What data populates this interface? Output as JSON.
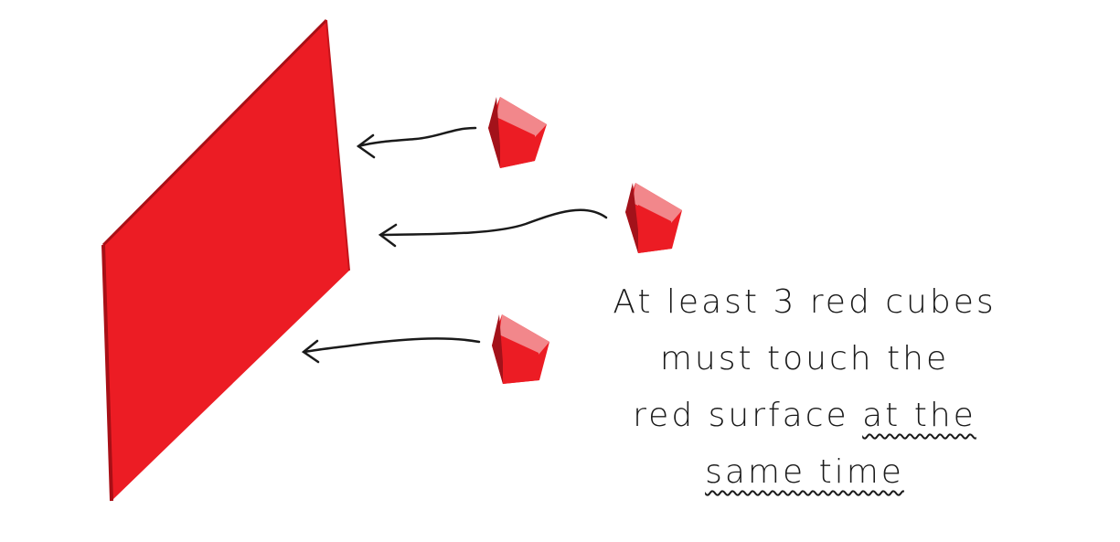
{
  "caption": {
    "line1": "At least 3 red cubes",
    "line2": "must touch the",
    "line3_plain": "red surface ",
    "line3_emph": "at the",
    "line4_emph": "same time"
  },
  "colors": {
    "surface": "#ec1c24",
    "surface_edge": "#a80f16",
    "cube_front": "#ec1c24",
    "cube_side": "#a3121a",
    "cube_top": "#f2878b",
    "ink": "#1a1a1a"
  },
  "icons": {
    "surface": "red-surface-icon",
    "cube": "red-cube-icon",
    "arrow": "arrow-left-icon"
  }
}
